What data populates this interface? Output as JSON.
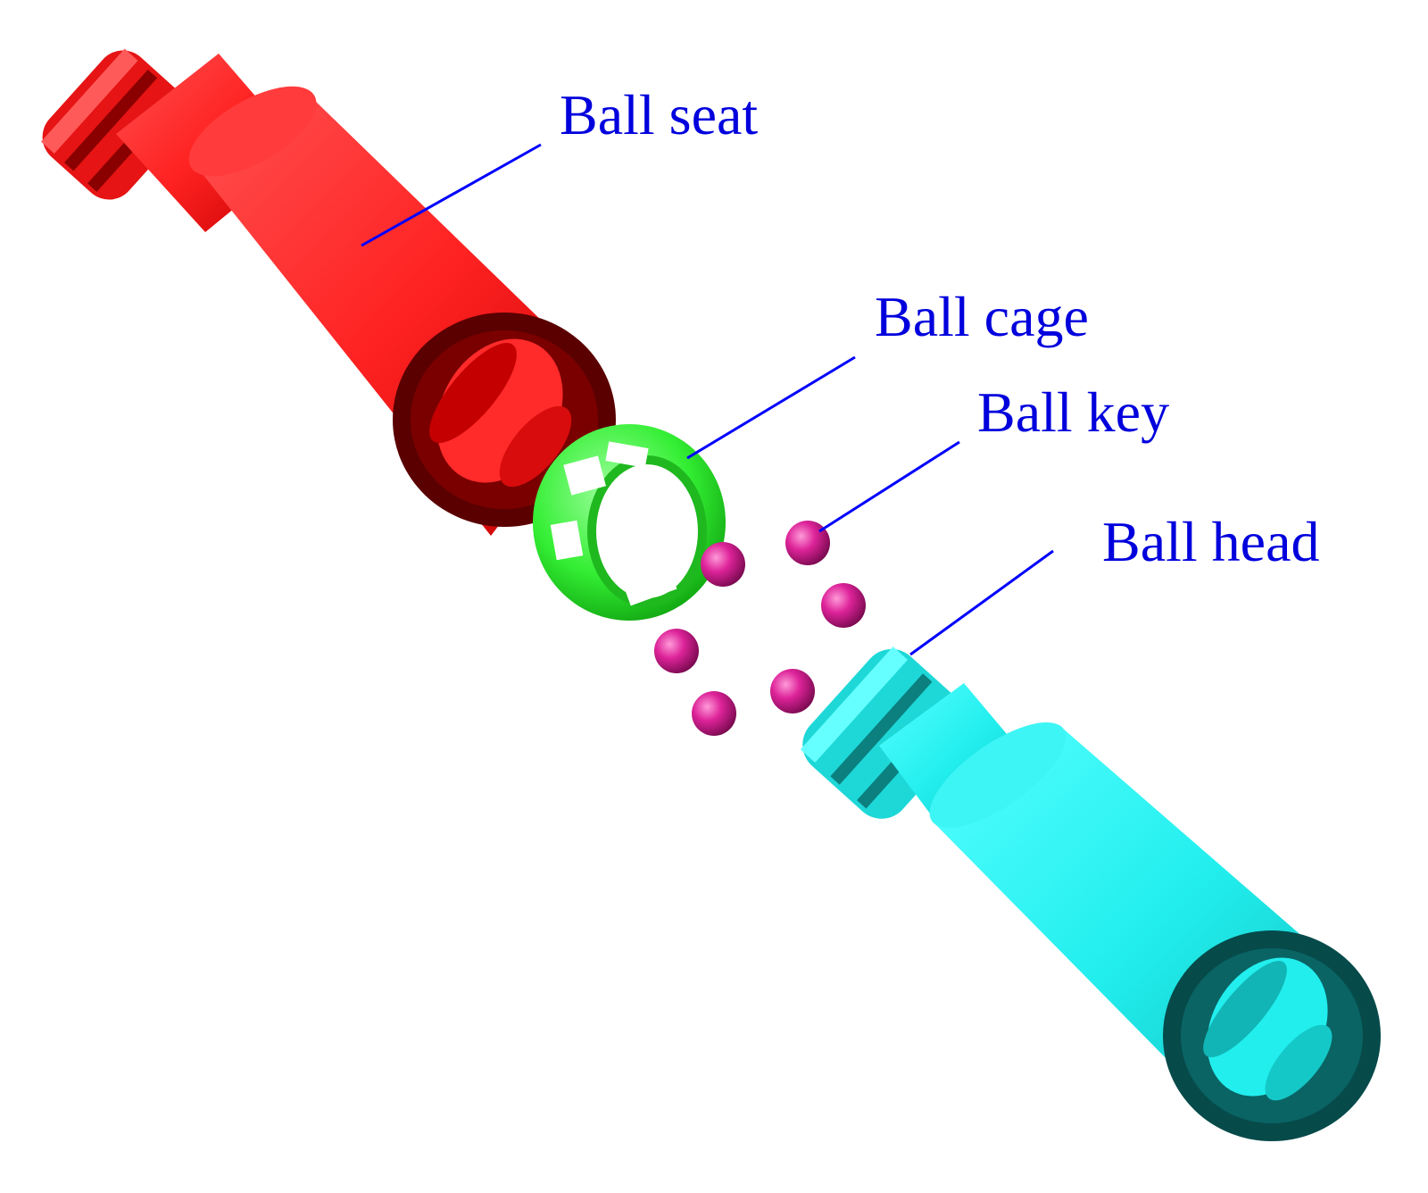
{
  "labels": {
    "ball_seat": "Ball seat",
    "ball_cage": "Ball cage",
    "ball_key": "Ball key",
    "ball_head": "Ball head"
  },
  "colors": {
    "ball_seat": "#ff2a2a",
    "ball_cage": "#33ee33",
    "ball_key": "#d0188e",
    "ball_head": "#22f2f2",
    "label_text": "#0000dd",
    "leader_line": "#0000ff",
    "background": "#ffffff"
  }
}
